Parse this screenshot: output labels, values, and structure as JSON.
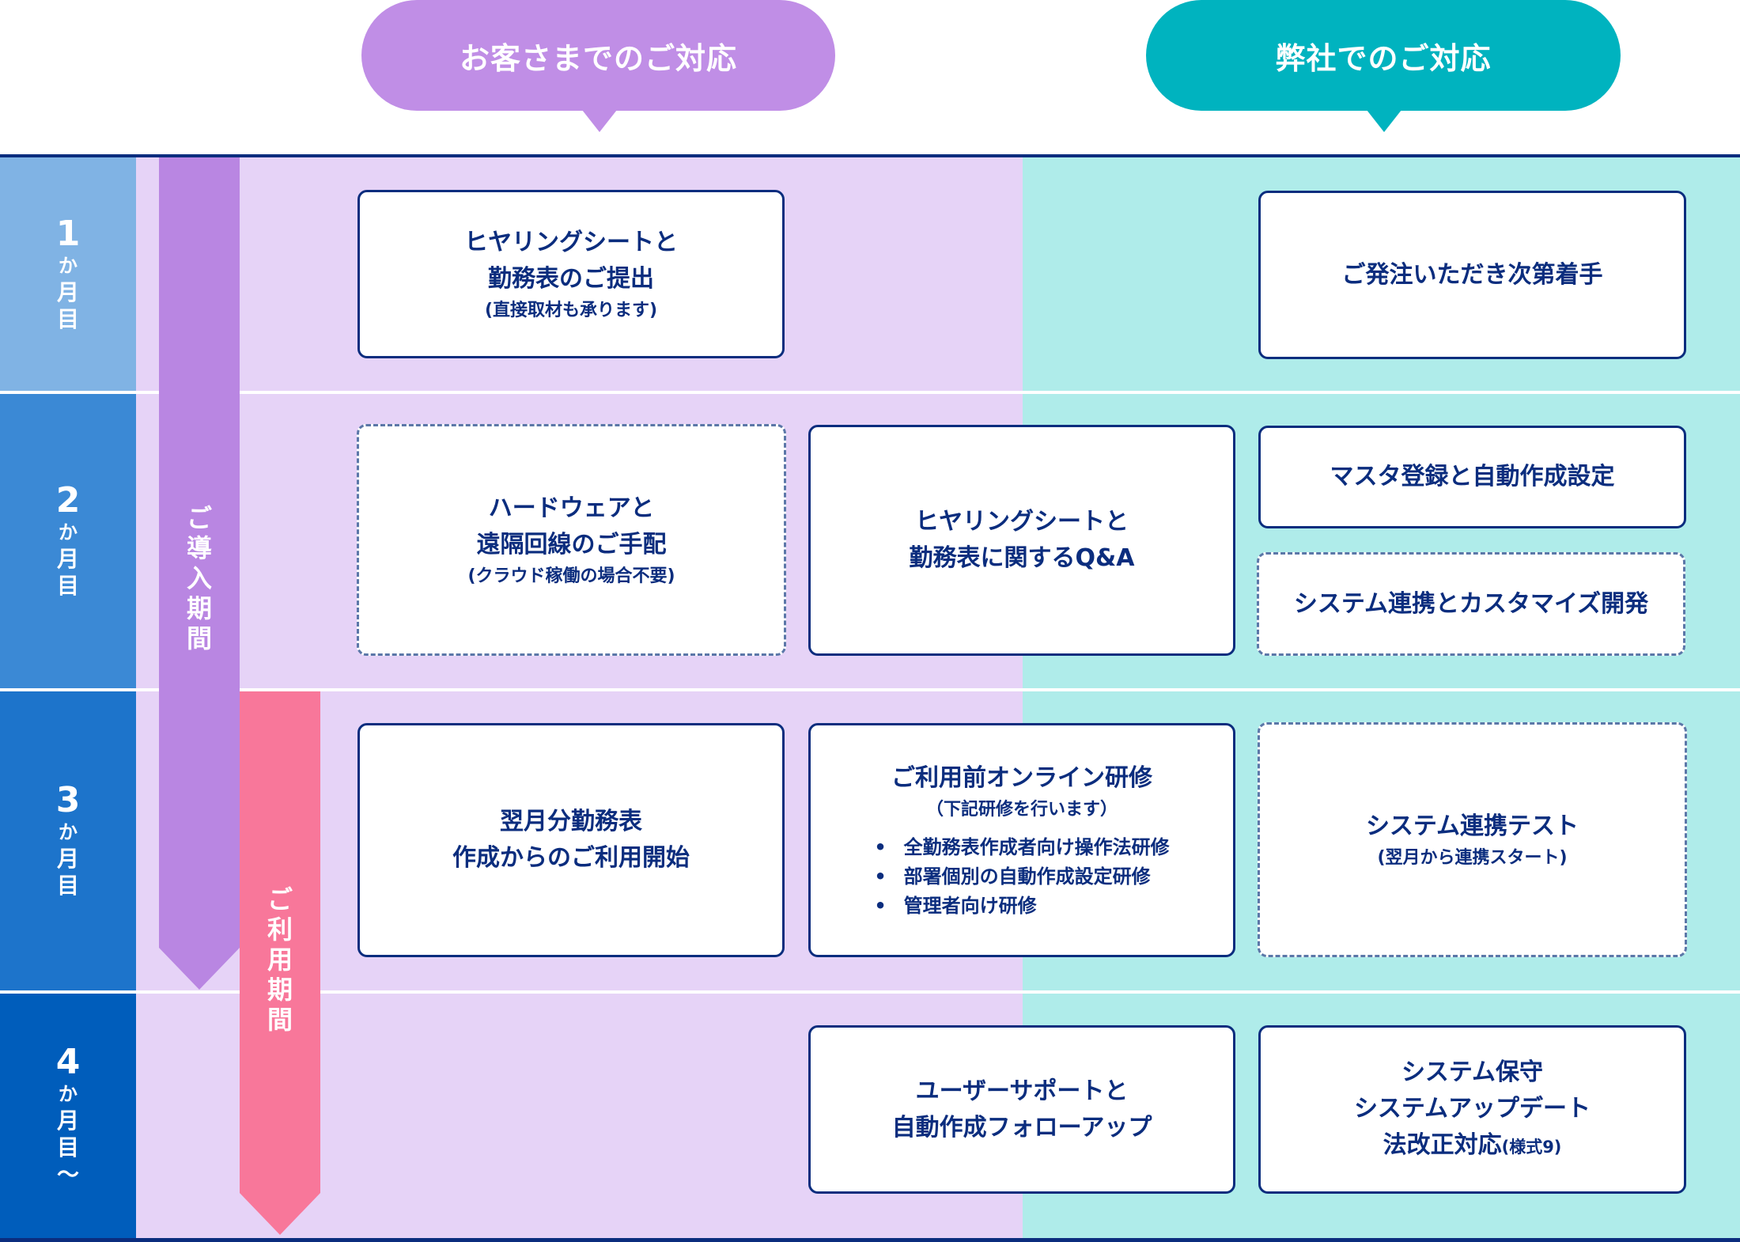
{
  "header": {
    "customer_bubble": {
      "label": "お客さまでのご対応",
      "color": "#c08ee6"
    },
    "company_bubble": {
      "label": "弊社でのご対応",
      "color": "#00b3bf"
    }
  },
  "colors": {
    "customer_bg": "#e6d3f7",
    "company_bg": "#afecea",
    "border": "#0b2d7e",
    "intro_arrow": "#b986e2",
    "usage_arrow": "#f8779a"
  },
  "months": [
    {
      "num": "1",
      "c1": "か",
      "c2": "月",
      "c3": "目",
      "suffix": "",
      "color": "#80b3e4"
    },
    {
      "num": "2",
      "c1": "か",
      "c2": "月",
      "c3": "目",
      "suffix": "",
      "color": "#3b89d5"
    },
    {
      "num": "3",
      "c1": "か",
      "c2": "月",
      "c3": "目",
      "suffix": "",
      "color": "#1d74cb"
    },
    {
      "num": "4",
      "c1": "か",
      "c2": "月",
      "c3": "目",
      "suffix": "〜",
      "color": "#005dbb"
    }
  ],
  "periods": {
    "intro": [
      "ご",
      "導",
      "入",
      "期",
      "間"
    ],
    "usage": [
      "ご",
      "利",
      "用",
      "期",
      "間"
    ]
  },
  "cards": {
    "m1_customer": {
      "line1": "ヒヤリングシートと",
      "line2": "勤務表のご提出",
      "note": "(直接取材も承ります)"
    },
    "m1_company": {
      "line1": "ご発注いただき次第着手"
    },
    "m2_customer": {
      "line1": "ハードウェアと",
      "line2": "遠隔回線のご手配",
      "note": "(クラウド稼働の場合不要)",
      "optional": true
    },
    "m2_shared": {
      "line1": "ヒヤリングシートと",
      "line2": "勤務表に関するQ&A"
    },
    "m2_company_a": {
      "line1": "マスタ登録と自動作成設定"
    },
    "m2_company_b": {
      "line1": "システム連携とカスタマイズ開発",
      "optional": true
    },
    "m3_customer": {
      "line1": "翌月分勤務表",
      "line2": "作成からのご利用開始"
    },
    "m3_shared": {
      "line1": "ご利用前オンライン研修",
      "note": "（下記研修を行います）",
      "items": [
        "全勤務表作成者向け操作法研修",
        "部署個別の自動作成設定研修",
        "管理者向け研修"
      ]
    },
    "m3_company": {
      "line1": "システム連携テスト",
      "note": "(翌月から連携スタート)",
      "optional": true
    },
    "m4_shared": {
      "line1": "ユーザーサポートと",
      "line2": "自動作成フォローアップ"
    },
    "m4_company": {
      "line1": "システム保守",
      "line2": "システムアップデート",
      "line3": "法改正対応",
      "line3_note": "(様式9)"
    }
  }
}
